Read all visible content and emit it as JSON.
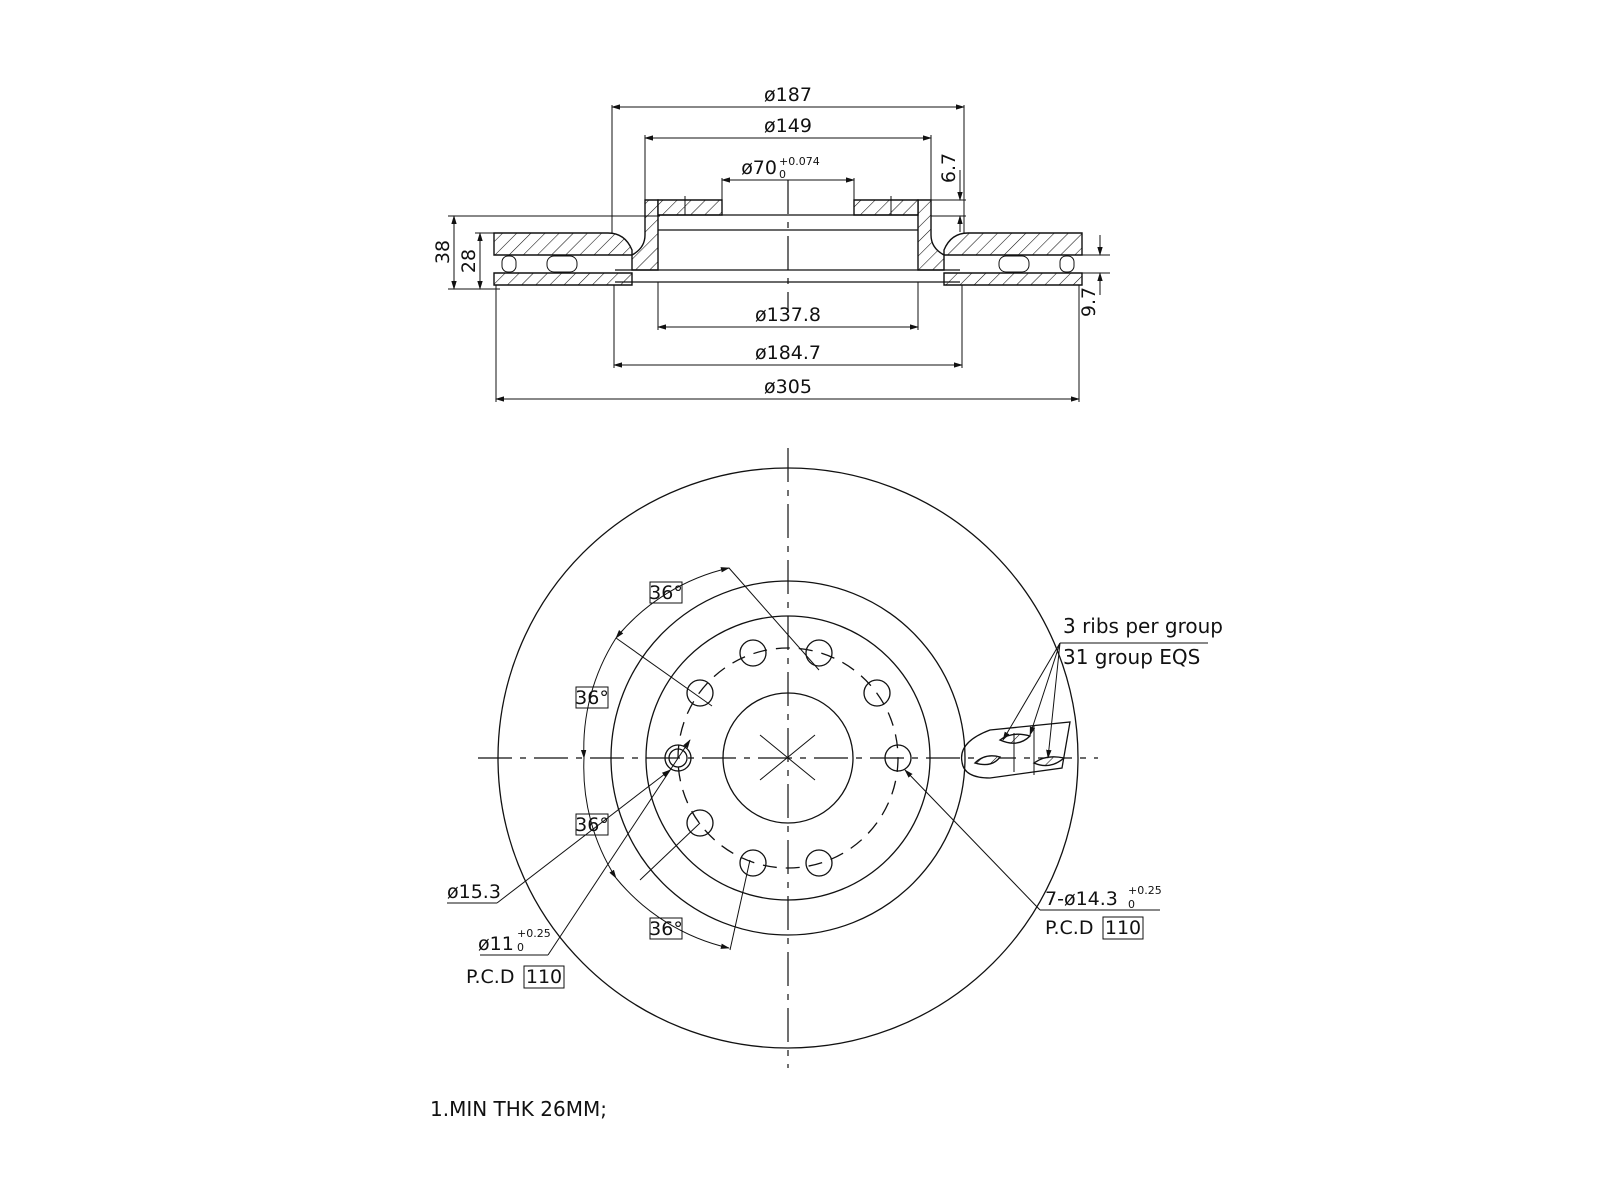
{
  "section_view": {
    "diameters": {
      "d187": "ø187",
      "d149": "ø149",
      "d70": "ø70",
      "d70_tol_upper": "+0.074",
      "d70_tol_lower": "0",
      "d137_8": "ø137.8",
      "d184_7": "ø184.7",
      "d305": "ø305"
    },
    "heights": {
      "h38": "38",
      "h28": "28",
      "h6_7": "6.7",
      "h9_7": "9.7"
    }
  },
  "front_view": {
    "angles": [
      "36°",
      "36°",
      "36°",
      "36°"
    ],
    "ribs_line1": "3 ribs per group",
    "ribs_line2": "31 group EQS",
    "hole_left": {
      "d15_3": "ø15.3",
      "d11": "ø11",
      "d11_tol_upper": "+0.25",
      "d11_tol_lower": "0",
      "pcd_label": "P.C.D",
      "pcd_value": "110"
    },
    "hole_right": {
      "label": "7-ø14.3",
      "tol_upper": "+0.25",
      "tol_lower": "0",
      "pcd_label": "P.C.D",
      "pcd_value": "110"
    }
  },
  "notes": {
    "min_thickness": "1.MIN THK 26MM;"
  }
}
